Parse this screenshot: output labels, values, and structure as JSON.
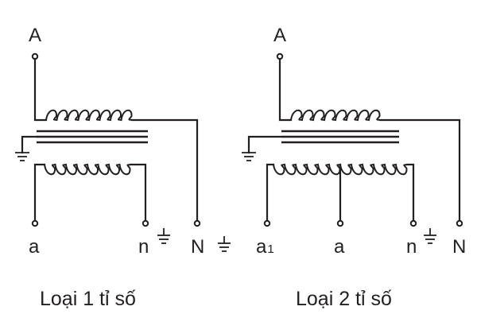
{
  "diagrams": [
    {
      "caption": "Loại 1 tỉ số",
      "primary_top_label": "A",
      "primary_neutral_label": "N",
      "secondary_left_label": "a",
      "secondary_neutral_label": "n",
      "icons": [
        "ground-icon"
      ]
    },
    {
      "caption": "Loại 2 tỉ số",
      "primary_top_label": "A",
      "primary_neutral_label": "N",
      "secondary_left_label": "a",
      "secondary_left_subscript": "1",
      "secondary_tap_label": "a",
      "secondary_neutral_label": "n",
      "icons": [
        "ground-icon"
      ]
    }
  ],
  "colors": {
    "ink": "#231f20",
    "background": "#ffffff"
  }
}
